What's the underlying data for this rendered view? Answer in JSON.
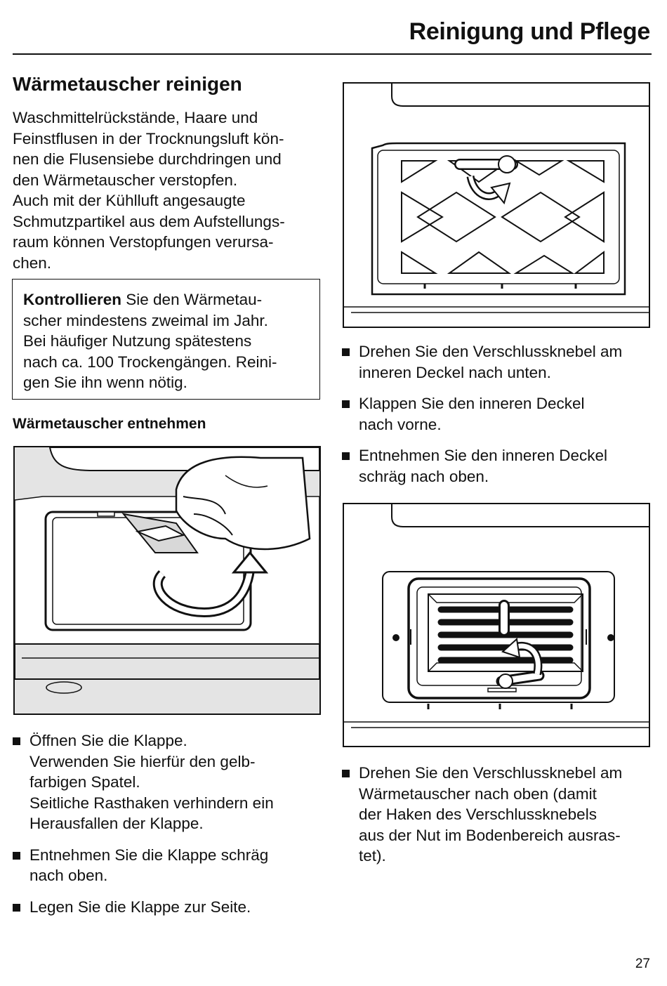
{
  "header": {
    "title": "Reinigung und Pflege"
  },
  "section": {
    "title": "Wärmetauscher reinigen",
    "intro_lines": [
      "Waschmittelrückstände, Haare und",
      "Feinstflusen in der Trocknungsluft kön-",
      "nen die Flusensiebe durchdringen und",
      "den Wärmetauscher verstopfen.",
      "Auch mit der Kühlluft angesaugte",
      "Schmutzpartikel aus dem Aufstellungs-",
      "raum können Verstopfungen verursa-",
      "chen."
    ]
  },
  "notice": {
    "bold": "Kontrollieren",
    "first_rest": " Sie den Wärmetau-",
    "lines": [
      "scher mindestens zweimal im Jahr.",
      "Bei häufiger Nutzung spätestens",
      "nach ca. 100 Trockengängen. Reini-",
      "gen Sie ihn wenn nötig."
    ]
  },
  "subsection": {
    "title": "Wärmetauscher entnehmen"
  },
  "left_steps": [
    {
      "lines": [
        "Öffnen Sie die Klappe.",
        "Verwenden Sie hierfür den gelb-",
        "farbigen Spatel.",
        "Seitliche Rasthaken verhindern ein",
        "Herausfallen der Klappe."
      ]
    },
    {
      "lines": [
        "Entnehmen Sie die Klappe schräg",
        "nach oben."
      ]
    },
    {
      "lines": [
        "Legen Sie die Klappe zur Seite."
      ]
    }
  ],
  "right_steps_top": [
    {
      "lines": [
        "Drehen Sie den Verschlussknebel am",
        "inneren Deckel nach unten."
      ]
    },
    {
      "lines": [
        "Klappen Sie den inneren Deckel",
        "nach vorne."
      ]
    },
    {
      "lines": [
        "Entnehmen Sie den inneren Deckel",
        "schräg nach oben."
      ]
    }
  ],
  "right_steps_bottom": [
    {
      "lines": [
        "Drehen Sie den Verschlussknebel am",
        "Wärmetauscher nach oben (damit",
        "der Haken des Verschlussknebels",
        "aus der Nut im Bodenbereich ausras-",
        "tet)."
      ]
    }
  ],
  "page_number": "27",
  "colors": {
    "ink": "#111111",
    "shade": "#e4e4e4"
  }
}
